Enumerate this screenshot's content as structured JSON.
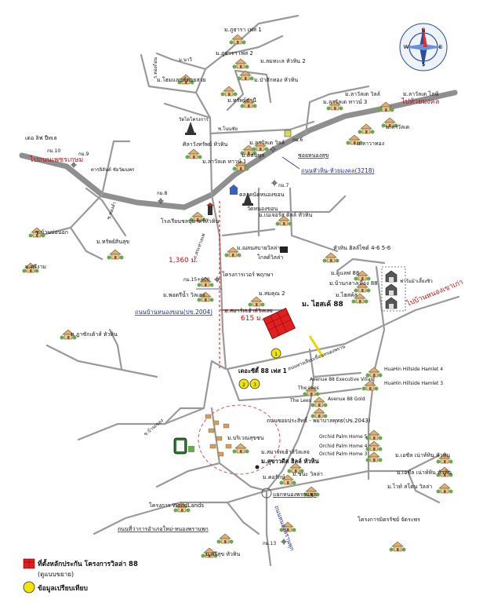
{
  "colors": {
    "road": "#9a9a9a",
    "main_road": "#8f8f8f",
    "site": "#e02020",
    "marker": "#f2e600",
    "route_blue": "#1a2fb0",
    "distance_red": "#d01010",
    "house": "#c9a06a"
  },
  "compass": {
    "n": "N",
    "s": "S",
    "e": "E",
    "w": "W"
  },
  "labels": {
    "l01": "ม.ภูธารา เฟส 1",
    "l02": "ม.ภูธารา เฟส 2",
    "l03": "ม.ลมทะเล หัวหิน 2",
    "l04": "ม.ป่าสักทอง หัวหิน",
    "l05": "ม.ทรัพย์ธานี",
    "l06": "ม.โฮมแลนด์ดอยสวย",
    "l07": "ม.นาวี",
    "l08": "ร.ทองก้อน",
    "l09": "วัดไดโครงการ",
    "l10": "ศิลาวังทรัพย์ หัวหิน",
    "l11": "ซ.โนนชัย",
    "l12": "ม.ลาวัลเด วิลล์",
    "l13": "ม.ลาวัลเด ทาวน์ 1",
    "l14": "ม.ดสนพูล",
    "l15": "กม.6",
    "l16": "กม.7",
    "l17": "ซอยหนองสุข",
    "l18": "ถนนหัวหิน-ห้วยมงคล(3218)",
    "l19": "ม.ลาวัลเด วิลล์",
    "l20": "ม.ลาวัลเด ไลฟ์",
    "l21": "ไปห้วยมงคล",
    "l22": "ม.ลาวัลเด ทาวน์ 3",
    "l23": "ม.ลาวัลเด",
    "l24": "ม.ลาวาทอง",
    "l25": "เดอ ลิฟ ปีทเล",
    "l26": "กม.10",
    "l27": "กม.9",
    "l28": "ไปถนนเพชรเกษม",
    "l29": "ดารลิลันด์ ชัยวัฒนพร",
    "l30": "กม.8",
    "l31": "ตลาดนัดหนองขอน",
    "l32": "วัดหนองขอน",
    "l33": "ม.เนเจอร์ส ดิลล์ หัวหิน",
    "l34": "ซ.ทองลำ",
    "l35": "ซ.บ้านบ่อนอก",
    "l36": "ม.ทรัพย์สินสุข",
    "l37": "ม.ศรีงาม",
    "l38": "โรงเรียนชลบุมาตร์หัวหิน",
    "l39": "ถ.สระห่างแพ",
    "l40": "ม.ฌลนสบายวิลล่า",
    "l41": "โกลด์วิลล่า",
    "l42": "หัวหิน ฮิลล์ไซด์ 4-6 5-6",
    "l43": "1,360 ม.",
    "l44": "กม.15+600",
    "l45": "โครงการเวอร์ พฤกษา",
    "l46": "ม.สมคุณ 2",
    "l47": "ม.พอตรีน้ำ วิลเลจ",
    "l48": "ถนนบ้านหนองขอน(ปข.2004)",
    "l49": "ม.สมาร์ทเฮ้าส์วิลเลจ",
    "l50": "615 ม.",
    "l51": "ม. ไฮสเค้ 88",
    "l52": "ม.ดูแลฟ 88",
    "l53": "ม.บ้านกลางเมือง 88",
    "l54": "ม.ไฮสค์ส",
    "l55": "ไปบ้านหนองเขาเก่า",
    "l56": "ฟาร์มม้าเลี้ยงชิว",
    "l57": "เดอะซีตี้ 88 เฟส 1",
    "l58": "ถนนทางเลียบเขื่อนหนองพราน",
    "l59": "Avenue 88 Executive Villas",
    "l60": "HuaHin Hillside Hamlet 4",
    "l61": "HuaHin Hillside Hamlet 3",
    "l62": "The Lees",
    "l63": "The Lees",
    "l64": "Avenue 88 Gold",
    "l65": "ถนนซอยประสิทธิ์ - พยาบาลพุทธ(ปข.2043)",
    "l66": "ม.ฎาซักเต้าส์ หัวหิน",
    "l67": "ข.บ้านเของ",
    "l68": "ม.บริเวณสุขชน",
    "l69": "Orchid Palm Home 5",
    "l70": "Orchid Palm Home 4",
    "l71": "Orchid Palm Home 3",
    "l72": "ม.สมาร์ทเฮ้าส์วิลเลจ",
    "l73": "ม.สุขาวดีส ฮิลล์ หัวหิน",
    "l74": "ม.คอรักษ์",
    "l75": "ม.ชนะ วิลล่า",
    "l76": "ม.เอชัล เน่าท์หิน หัวหิน",
    "l77": "ม.เอชัล เน่าท์หิน หัวหิน",
    "l78": "ม.ไวท์ สโตน วิลล่า",
    "l79": "แยกหนองพรานพุก",
    "l80": "ถนนหนองพรานพุก",
    "l81": "โครงการ WoodLands",
    "l82": "ถนนที่ว่าการอำเภอใหม่-หนองพรานพุก",
    "l83": "ม.ศรีสุข หัวหิน",
    "l84": "กม.13",
    "l85": "โครงการมิตรรัชย์ จัดระพร",
    "markers": {
      "one": "1",
      "two": "2",
      "three": "3"
    }
  },
  "legend": {
    "site_line1": "ที่ตั้งหลักประกัน โครงการวิลล่า 88",
    "site_line2": "(ดูแบบขยาย)",
    "compare": "ข้อมูลเปรียบเทียบ"
  }
}
